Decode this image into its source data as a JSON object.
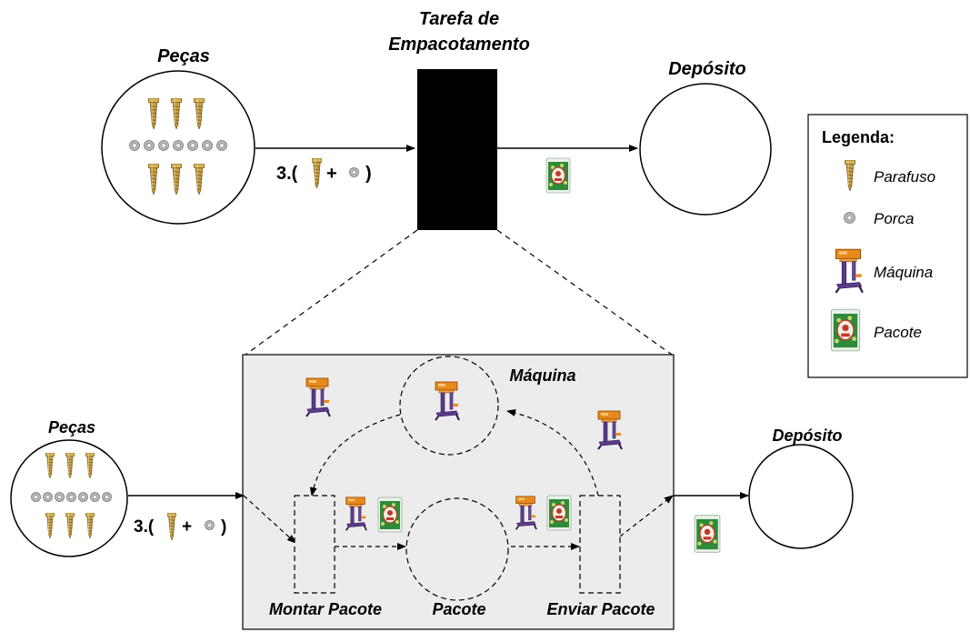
{
  "top": {
    "pecas_label": "Peças",
    "task_label_line1": "Tarefa de",
    "task_label_line2": "Empacotamento",
    "deposito_label": "Depósito",
    "formula_prefix": "3.(",
    "formula_plus": "+",
    "formula_suffix": ")"
  },
  "legend": {
    "title": "Legenda:",
    "items": [
      {
        "label": "Parafuso",
        "icon": "screw-icon"
      },
      {
        "label": "Porca",
        "icon": "nut-icon"
      },
      {
        "label": "Máquina",
        "icon": "machine-icon"
      },
      {
        "label": "Pacote",
        "icon": "package-icon"
      }
    ]
  },
  "bottom": {
    "pecas_label": "Peças",
    "maquina_label": "Máquina",
    "deposito_label": "Depósito",
    "formula_prefix": "3.(",
    "formula_plus": "+",
    "formula_suffix": ")",
    "montar_label": "Montar Pacote",
    "pacote_label": "Pacote",
    "enviar_label": "Enviar Pacote"
  },
  "colors": {
    "screw": "#c9a24a",
    "nut": "#a9a9a9",
    "machine_orange": "#e8891c",
    "machine_purple": "#5b3b8c",
    "package_green": "#2f8a3a",
    "detail_background": "#ececec"
  }
}
